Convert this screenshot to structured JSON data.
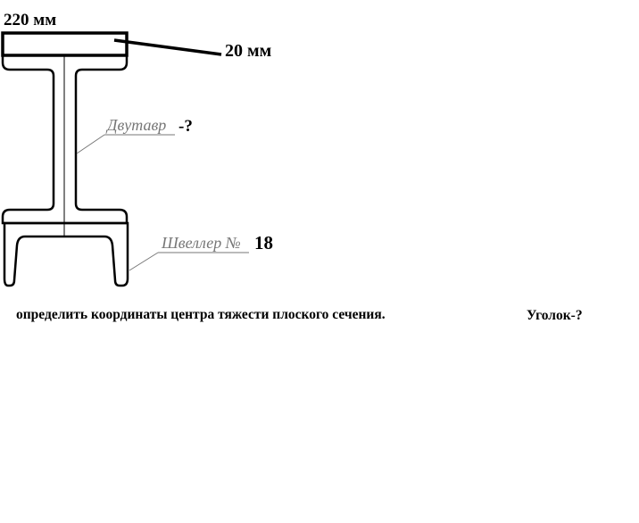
{
  "labels": {
    "plate_width": "220 мм",
    "plate_height": "20 мм",
    "ibeam_label": "Двутавр",
    "ibeam_suffix": "-?",
    "channel_label": "Швеллер №",
    "channel_number": "18",
    "task": "определить координаты центра тяжести плоского сечения.",
    "angle_label": "Уголок-?"
  }
}
